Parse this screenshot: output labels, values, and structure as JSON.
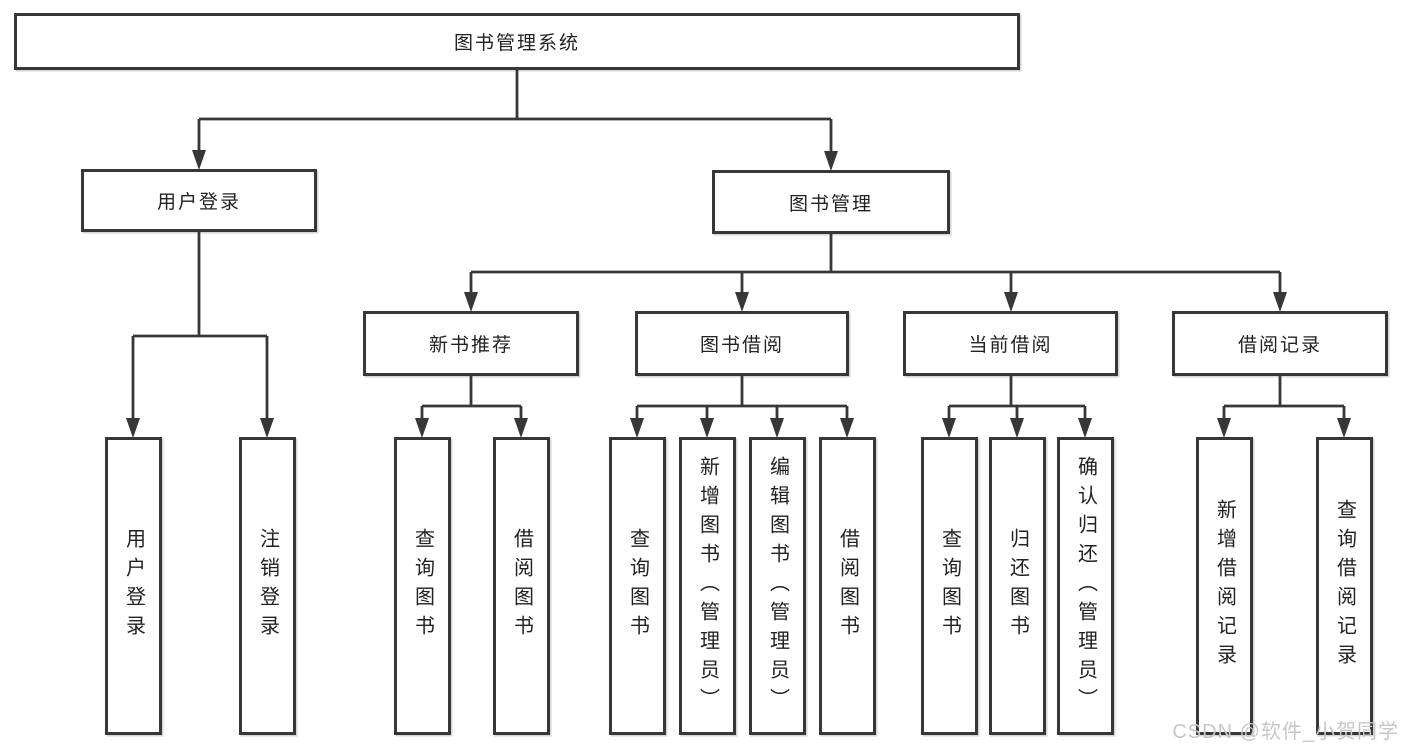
{
  "diagram": {
    "root": {
      "label": "图书管理系统"
    },
    "level2": [
      {
        "id": "user-login",
        "label": "用户登录"
      },
      {
        "id": "book-management",
        "label": "图书管理"
      }
    ],
    "level3": [
      {
        "id": "new-book-recommend",
        "label": "新书推荐"
      },
      {
        "id": "book-borrow",
        "label": "图书借阅"
      },
      {
        "id": "current-borrow",
        "label": "当前借阅"
      },
      {
        "id": "borrow-records",
        "label": "借阅记录"
      }
    ],
    "leaves": {
      "user_login": [
        {
          "label": "用户登录"
        },
        {
          "label": "注销登录"
        }
      ],
      "new_book_recommend": [
        {
          "label": "查询图书"
        },
        {
          "label": "借阅图书"
        }
      ],
      "book_borrow": [
        {
          "label": "查询图书"
        },
        {
          "label": "新增图书（管理员）"
        },
        {
          "label": "编辑图书（管理员）"
        },
        {
          "label": "借阅图书"
        }
      ],
      "current_borrow": [
        {
          "label": "查询图书"
        },
        {
          "label": "归还图书"
        },
        {
          "label": "确认归还（管理员）"
        }
      ],
      "borrow_records": [
        {
          "label": "新增借阅记录"
        },
        {
          "label": "查询借阅记录"
        }
      ]
    }
  },
  "watermark": {
    "text": "CSDN @软件_小贺同学"
  },
  "colors": {
    "line": "#373737",
    "box_border": "#373737",
    "box_bg": "#ffffff",
    "text": "#222222",
    "watermark": "#c6c6cb",
    "background": "#ffffff"
  }
}
